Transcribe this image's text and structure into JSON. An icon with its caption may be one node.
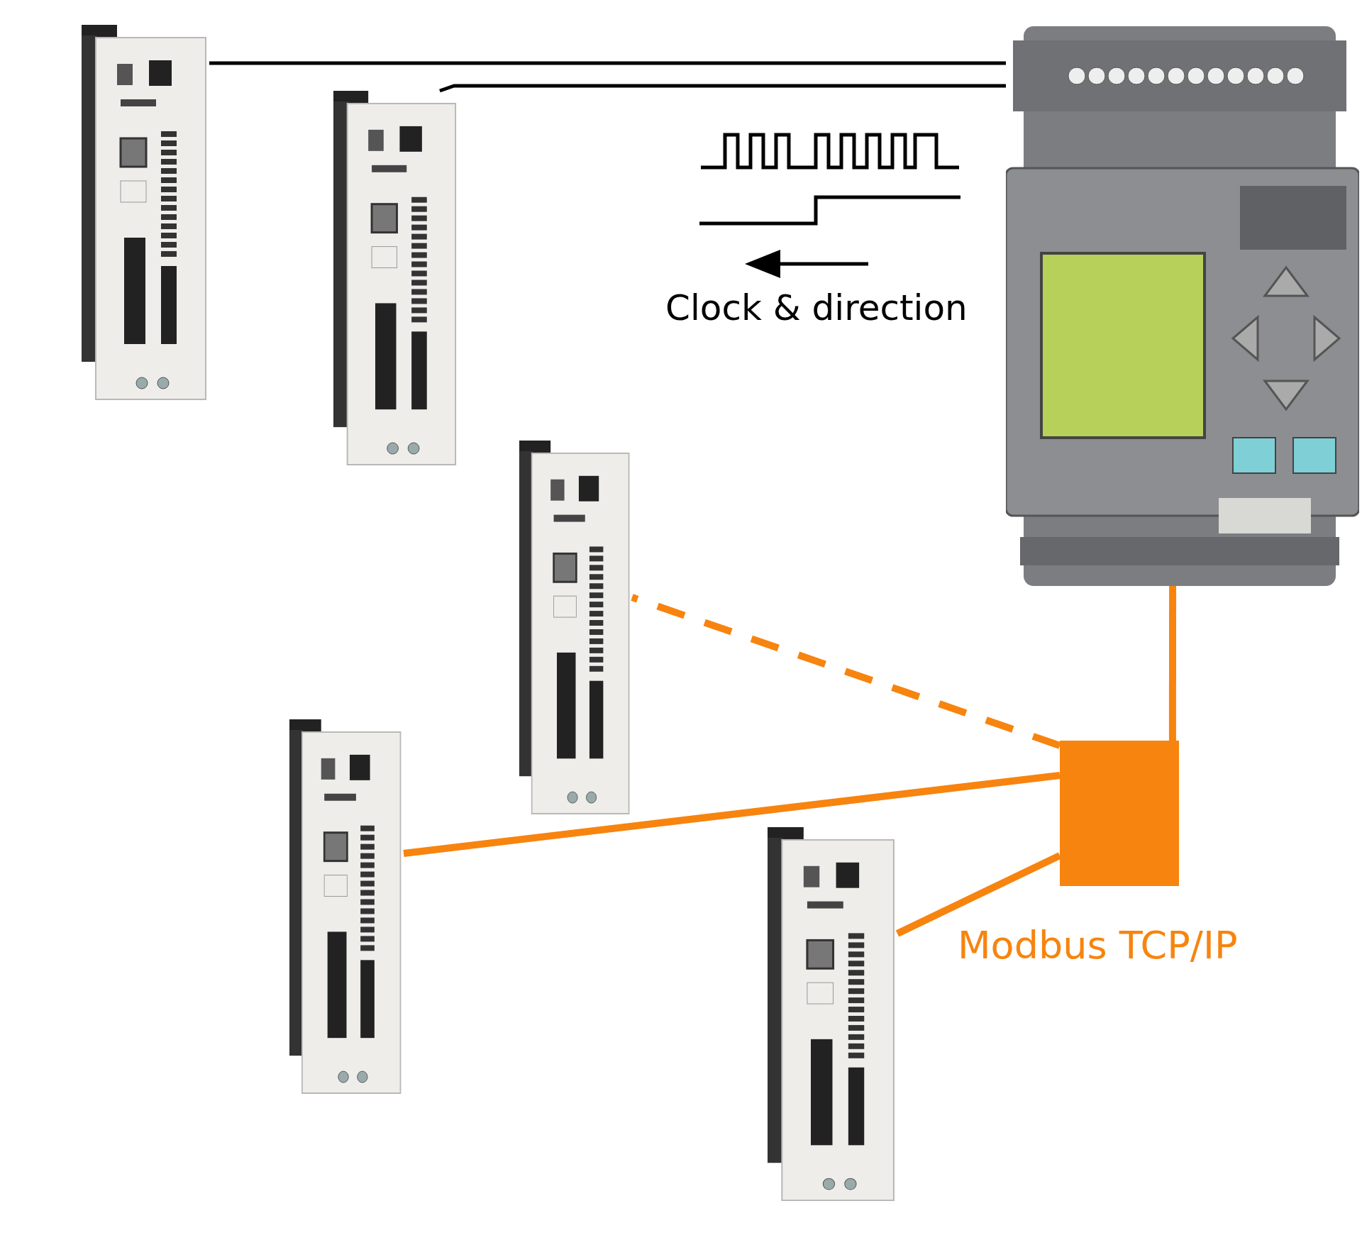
{
  "diagram": {
    "nodes": [
      {
        "text": [],
        "shape": "picture"
      },
      {
        "text": [],
        "shape": "picture"
      },
      {
        "text": [],
        "shape": "picture"
      },
      {
        "text": [],
        "shape": "picture"
      },
      {
        "text": [],
        "shape": "picture"
      },
      {
        "text": [],
        "shape": "picture"
      },
      {
        "text": [],
        "shape": "box",
        "beside": [
          "Modbus TCP/IP"
        ]
      }
    ],
    "edges": [
      {
        "from": 5,
        "to": 0,
        "arrow": "none",
        "color": "#000000"
      },
      {
        "from": 5,
        "to": 1,
        "arrow": "none",
        "color": "#000000"
      },
      {
        "from": 6,
        "to": 5,
        "arrow": "none"
      },
      {
        "from": 6,
        "to": 2,
        "arrow": "none",
        "style": "dashed"
      },
      {
        "from": 6,
        "to": 3,
        "arrow": "none"
      },
      {
        "from": 6,
        "to": 4,
        "arrow": "none"
      }
    ],
    "labels": [
      "Clock & direction"
    ]
  }
}
